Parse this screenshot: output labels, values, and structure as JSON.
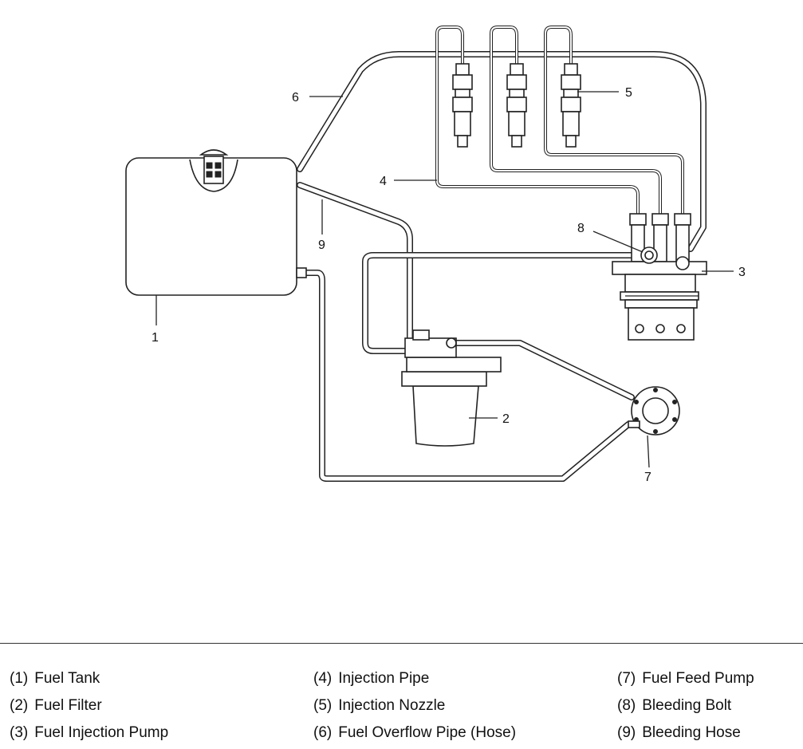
{
  "callouts": [
    "1",
    "2",
    "3",
    "4",
    "5",
    "6",
    "7",
    "8",
    "9"
  ],
  "legend": [
    {
      "num": "(1)",
      "label": "Fuel Tank"
    },
    {
      "num": "(2)",
      "label": "Fuel Filter"
    },
    {
      "num": "(3)",
      "label": "Fuel Injection Pump"
    },
    {
      "num": "(4)",
      "label": "Injection Pipe"
    },
    {
      "num": "(5)",
      "label": "Injection Nozzle"
    },
    {
      "num": "(6)",
      "label": "Fuel Overflow Pipe (Hose)"
    },
    {
      "num": "(7)",
      "label": "Fuel Feed Pump"
    },
    {
      "num": "(8)",
      "label": "Bleeding Bolt"
    },
    {
      "num": "(9)",
      "label": "Bleeding Hose"
    }
  ]
}
